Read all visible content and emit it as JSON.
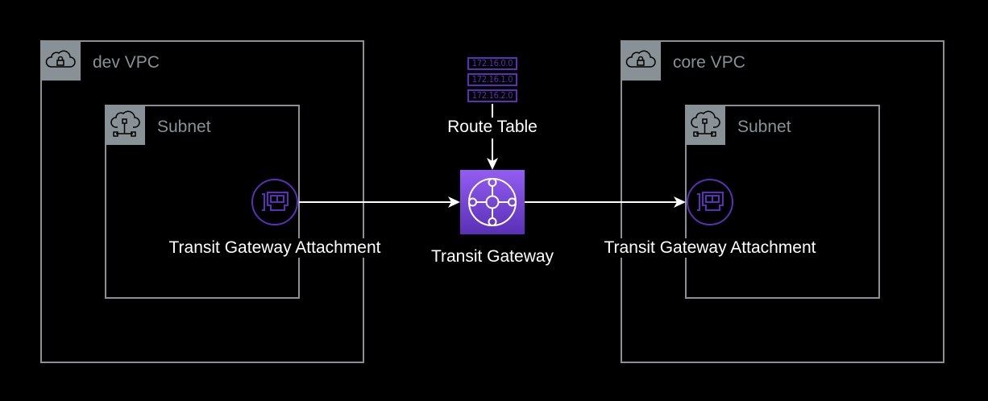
{
  "diagram": {
    "groups": [
      {
        "id": "dev-vpc",
        "label": "dev VPC",
        "icon": "vpc-cloud-lock-icon"
      },
      {
        "id": "dev-subnet",
        "label": "Subnet",
        "icon": "subnet-cloud-network-icon"
      },
      {
        "id": "core-vpc",
        "label": "core VPC",
        "icon": "vpc-cloud-lock-icon"
      },
      {
        "id": "core-subnet",
        "label": "Subnet",
        "icon": "subnet-cloud-network-icon"
      }
    ],
    "nodes": {
      "route_table": {
        "label": "Route Table",
        "rows": [
          "172.16.0.0",
          "172.16.1.0",
          "172.16.2.0"
        ],
        "icon": "route-table-icon"
      },
      "transit_gateway": {
        "label": "Transit Gateway",
        "icon": "transit-gateway-icon"
      },
      "dev_attachment": {
        "label": "Transit Gateway Attachment",
        "icon": "network-interface-icon"
      },
      "core_attachment": {
        "label": "Transit Gateway Attachment",
        "icon": "network-interface-icon"
      }
    },
    "edges": [
      {
        "from": "route_table",
        "to": "transit_gateway"
      },
      {
        "from": "dev_attachment",
        "to": "transit_gateway"
      },
      {
        "from": "transit_gateway",
        "to": "core_attachment"
      }
    ],
    "colors": {
      "group_border": "#879196",
      "purple": "#5A30B5",
      "tgw_top": "#945DF2",
      "tgw_bottom": "#5A30B5",
      "background": "#000000",
      "text": "#FFFFFF"
    }
  }
}
